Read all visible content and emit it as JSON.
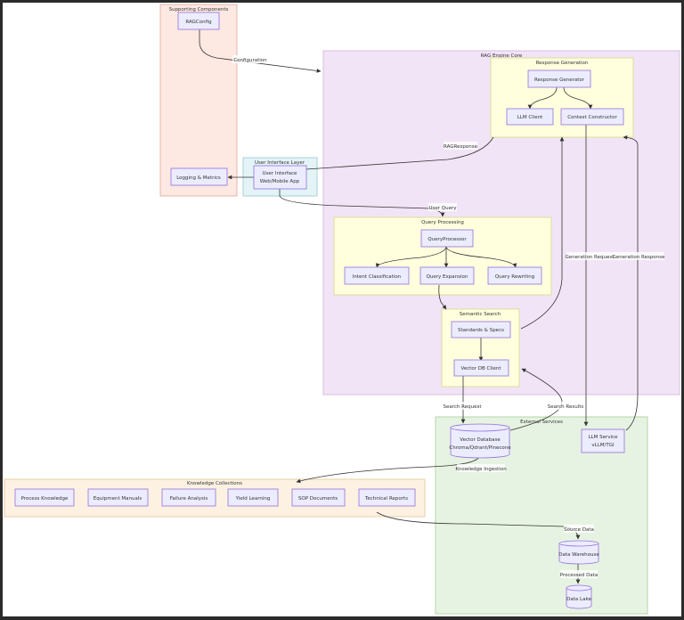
{
  "groups": {
    "supporting": "Supporting Components",
    "rag_core": "RAG Engine Core",
    "response_gen": "Response Generation",
    "ui_layer": "User Interface Layer",
    "query_proc": "Query Processing",
    "semantic": "Semantic Search",
    "external": "External Services",
    "knowledge": "Knowledge Collections"
  },
  "nodes": {
    "ragconfig": "RAGConfig",
    "logging": "Logging & Metrics",
    "ui_line1": "User Interface",
    "ui_line2": "Web/Mobile App",
    "response_generator": "Response Generator",
    "llm_client": "LLM Client",
    "context_constructor": "Context Constructor",
    "query_processor": "QueryProcessor",
    "intent": "Intent Classification",
    "expansion": "Query Expansion",
    "rewriting": "Query Rewriting",
    "standards": "Standards & Specs",
    "vector_client": "Vector DB Client",
    "vdb_line1": "Vector Database",
    "vdb_line2": "Chroma/Qdrant/Pinecone",
    "llm_service_line1": "LLM Service",
    "llm_service_line2": "vLLM/TGI",
    "data_warehouse": "Data Warehouse",
    "data_lake": "Data Lake",
    "process_knowledge": "Process Knowledge",
    "equipment_manuals": "Equipment Manuals",
    "failure_analysis": "Failure Analysis",
    "yield_learning": "Yield Learning",
    "sop_documents": "SOP Documents",
    "technical_reports": "Technical Reports"
  },
  "edges": {
    "configuration": "Configuration",
    "rag_response": "RAGResponse",
    "user_query": "User Query",
    "generation_request": "Generation Request",
    "generation_response": "Generation Response",
    "search_request": "Search Request",
    "search_results": "Search Results",
    "knowledge_ingestion": "Knowledge Ingestion",
    "source_data": "Source Data",
    "processed_data": "Processed Data"
  },
  "colors": {
    "node_fill": "#ececff",
    "node_stroke": "#9370db",
    "edge": "#333333",
    "supporting_fill": "#fde8e2",
    "core_fill": "#f1e4f6",
    "response_fill": "#ffffde",
    "ui_fill": "#e3f3f6",
    "external_fill": "#e7f3e2",
    "knowledge_fill": "#fdf1e2"
  }
}
